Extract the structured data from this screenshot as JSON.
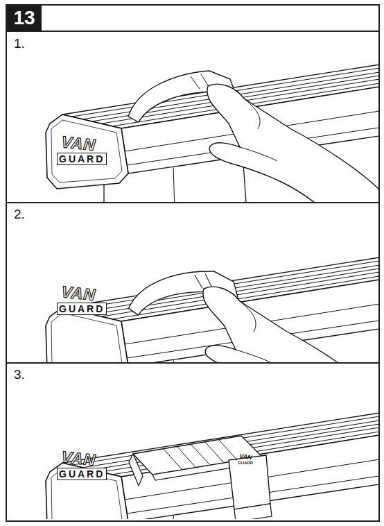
{
  "diagram": {
    "title": "13",
    "labels": [
      "1.",
      "VAN",
      "GUARD",
      "2.",
      "VAN",
      "GUARD",
      "3.",
      "VAN",
      "GUARD",
      "VAN",
      "GUARD"
    ]
  }
}
